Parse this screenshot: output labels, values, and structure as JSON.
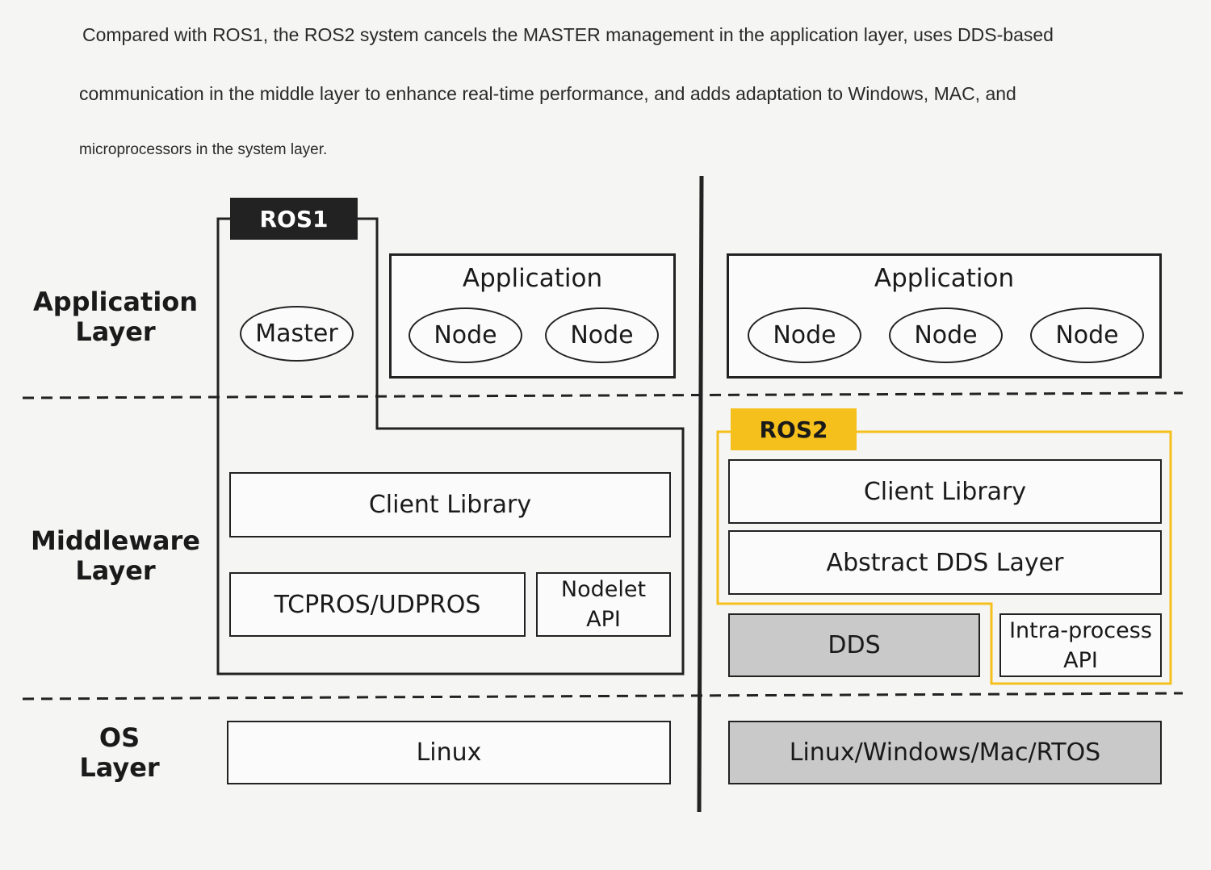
{
  "intro": {
    "line1": "Compared with ROS1, the ROS2 system cancels the MASTER management in the application layer, uses DDS-based",
    "line2": "communication in the middle layer to enhance real-time performance, and adds adaptation to Windows, MAC, and",
    "line3": "microprocessors in the system layer."
  },
  "layers": {
    "application": "Application\nLayer",
    "middleware": "Middleware\nLayer",
    "os": "OS\nLayer"
  },
  "ros1": {
    "tag": "ROS1",
    "master": "Master",
    "application_title": "Application",
    "nodes": [
      "Node",
      "Node"
    ],
    "client_library": "Client Library",
    "transport": "TCPROS/UDPROS",
    "nodelet": "Nodelet\nAPI",
    "os": "Linux"
  },
  "ros2": {
    "tag": "ROS2",
    "application_title": "Application",
    "nodes": [
      "Node",
      "Node",
      "Node"
    ],
    "client_library": "Client Library",
    "abstract_dds": "Abstract DDS Layer",
    "dds": "DDS",
    "intra_process": "Intra-process\nAPI",
    "os": "Linux/Windows/Mac/RTOS"
  },
  "colors": {
    "ros2_accent": "#f5c01c",
    "gray_fill": "#c9c9c9",
    "line": "#222222"
  }
}
